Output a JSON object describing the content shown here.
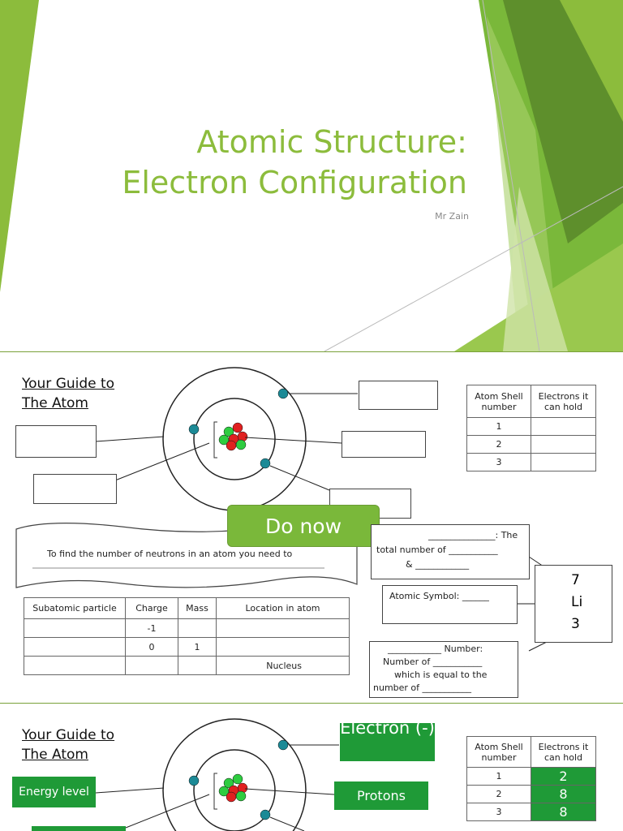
{
  "slide1": {
    "title_line1": "Atomic Structure:",
    "title_line2": "Electron Configuration",
    "author": "Mr Zain"
  },
  "slide2": {
    "heading_line1": "Your Guide to",
    "heading_line2": "The Atom",
    "do_now": "Do now",
    "neutron_prompt": "To find the number of neutrons in an atom you need to",
    "mass_box": [
      "_______________: The",
      "total number of ___________",
      "& ____________"
    ],
    "symbol_box": "Atomic Symbol: ______",
    "atomic_box": [
      "____________ Number:",
      "Number of ___________",
      "which is equal to the",
      "number of ___________"
    ],
    "li_card": {
      "top": "7",
      "symbol": "Li",
      "bottom": "3"
    },
    "shell_table": {
      "headers": [
        "Atom Shell number",
        "Electrons it can hold"
      ],
      "rows": [
        [
          "1",
          ""
        ],
        [
          "2",
          ""
        ],
        [
          "3",
          ""
        ]
      ]
    },
    "particle_table": {
      "headers": [
        "Subatomic particle",
        "Charge",
        "Mass",
        "Location in atom"
      ],
      "rows": [
        [
          "",
          "-1",
          "",
          ""
        ],
        [
          "",
          "0",
          "1",
          ""
        ],
        [
          "",
          "",
          "",
          "Nucleus"
        ]
      ]
    }
  },
  "slide3": {
    "heading_line1": "Your Guide to",
    "heading_line2": "The Atom",
    "electron_label": "Electron (-)",
    "energy_label": "Energy level",
    "protons_label": "Protons",
    "shell_table": {
      "headers": [
        "Atom Shell number",
        "Electrons it can hold"
      ],
      "rows": [
        [
          "1",
          "2"
        ],
        [
          "2",
          "8"
        ],
        [
          "3",
          "8"
        ]
      ]
    }
  },
  "colors": {
    "accent": "#8cbc3c",
    "answer_green": "#1f9a37",
    "do_now_green": "#7ab83a"
  }
}
